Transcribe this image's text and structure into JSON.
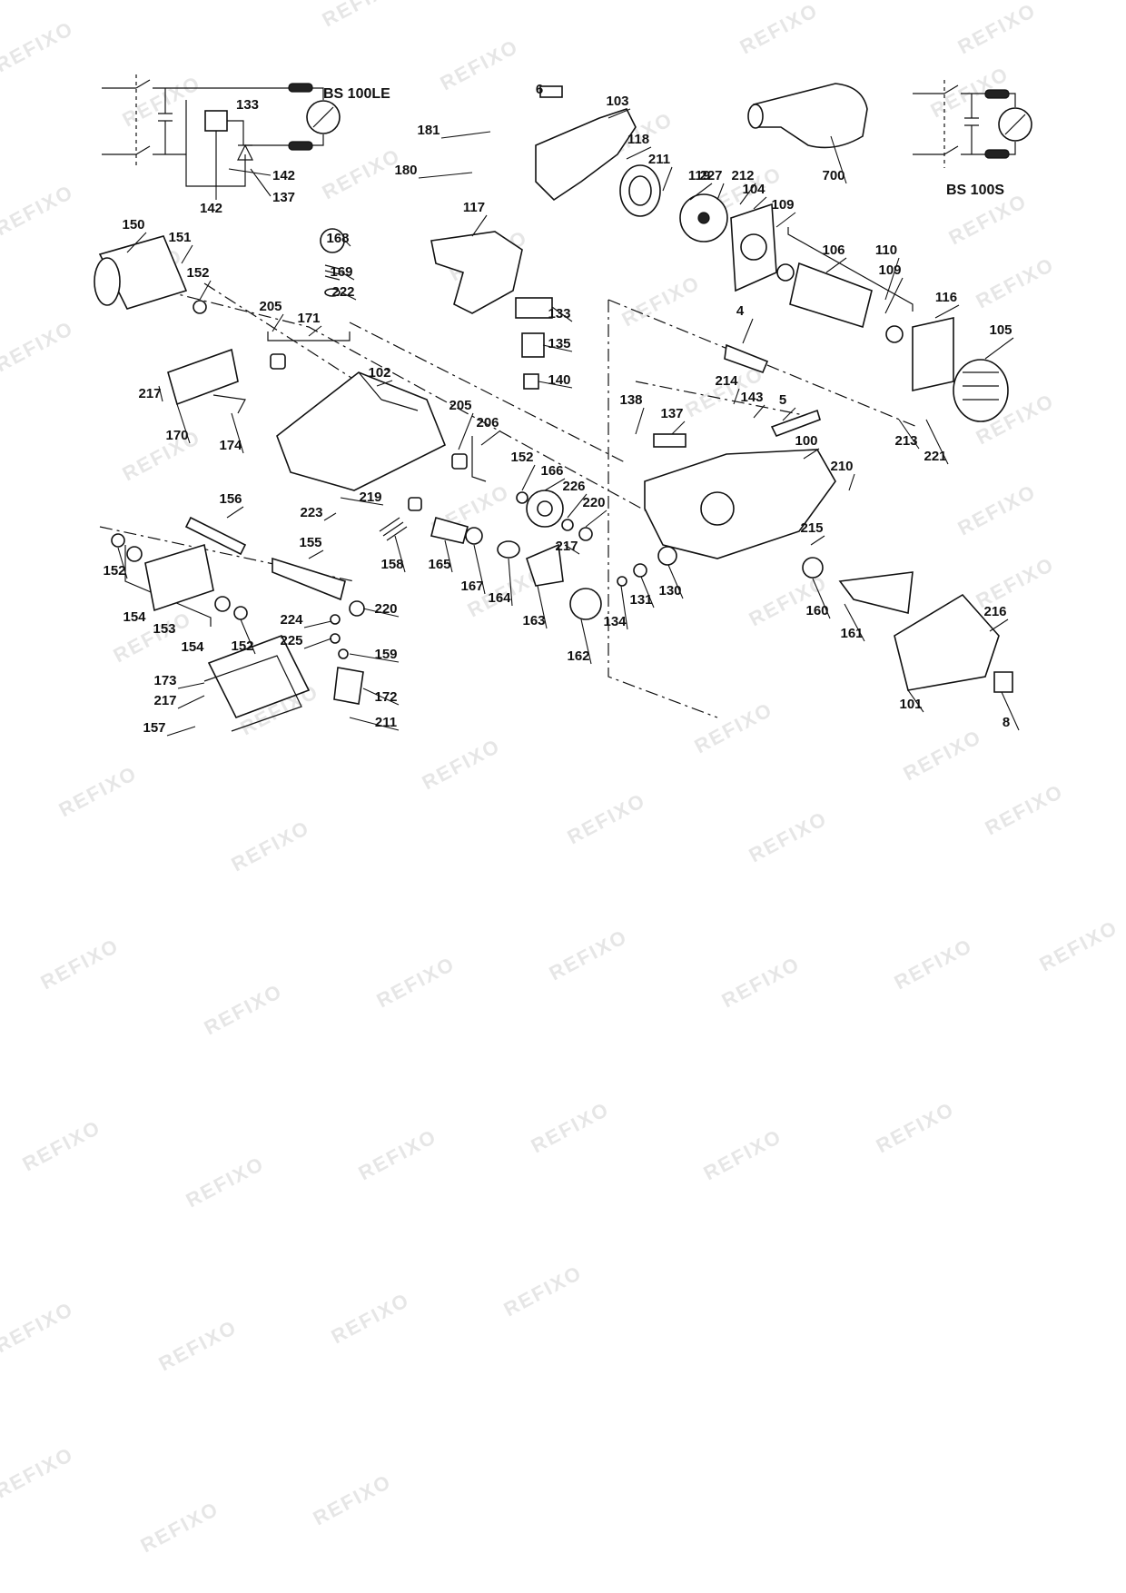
{
  "watermark": "REFIXO",
  "schematics": {
    "left_title": "BS 100LE",
    "right_title": "BS 100S",
    "left_labels": [
      "133",
      "142",
      "137",
      "142"
    ]
  },
  "callouts": [
    "6",
    "103",
    "181",
    "118",
    "180",
    "211",
    "119",
    "227",
    "212",
    "104",
    "109",
    "106",
    "110",
    "109",
    "116",
    "105",
    "700",
    "117",
    "133",
    "135",
    "140",
    "4",
    "214",
    "143",
    "5",
    "138",
    "137",
    "213",
    "221",
    "100",
    "210",
    "215",
    "216",
    "150",
    "151",
    "152",
    "168",
    "169",
    "222",
    "205",
    "171",
    "102",
    "217",
    "170",
    "174",
    "205",
    "206",
    "152",
    "166",
    "226",
    "220",
    "223",
    "219",
    "156",
    "155",
    "158",
    "165",
    "167",
    "164",
    "163",
    "162",
    "217",
    "134",
    "131",
    "130",
    "160",
    "161",
    "101",
    "8",
    "152",
    "154",
    "153",
    "154",
    "152",
    "220",
    "224",
    "225",
    "159",
    "172",
    "173",
    "217",
    "157",
    "211"
  ]
}
